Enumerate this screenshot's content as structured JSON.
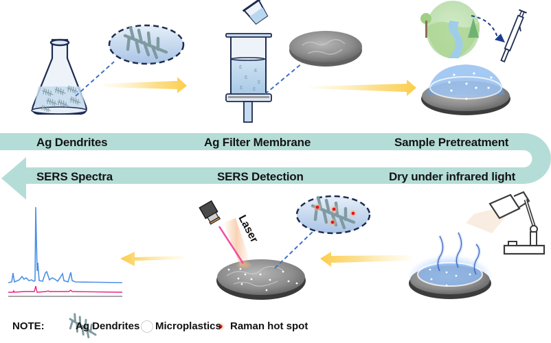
{
  "figure": {
    "title": "Workflow of Ag dendrite filter membrane for SERS detection of microplastics",
    "colors": {
      "band": "#b5ddd8",
      "flow_arrow": "#fcd65c",
      "dashed_link": "#3e6fc7",
      "outline": "#1c2b4f",
      "liquid": "#b9d7ee",
      "spectrum_sample": "#4a8fe6",
      "spectrum_blank": "#ea1f86",
      "hot_spot": "#e8141e",
      "laser_beam": "#ef4aa6"
    }
  },
  "steps_top": [
    {
      "label": "Ag Dendrites"
    },
    {
      "label": "Ag Filter Membrane"
    },
    {
      "label": "Sample Pretreatment"
    }
  ],
  "steps_bottom": [
    {
      "label": "Dry under infrared light"
    },
    {
      "label": "SERS Detection"
    },
    {
      "label": "SERS Spectra"
    }
  ],
  "annotations": {
    "laser": "Laser"
  },
  "legend": {
    "title": "NOTE:",
    "items": [
      {
        "label": "Ag Dendrites",
        "icon": "dendrite-icon"
      },
      {
        "label": "Microplastics",
        "icon": "microplastic-circle-icon"
      },
      {
        "label": "Raman hot spot",
        "icon": "hot-spot-icon"
      }
    ]
  }
}
